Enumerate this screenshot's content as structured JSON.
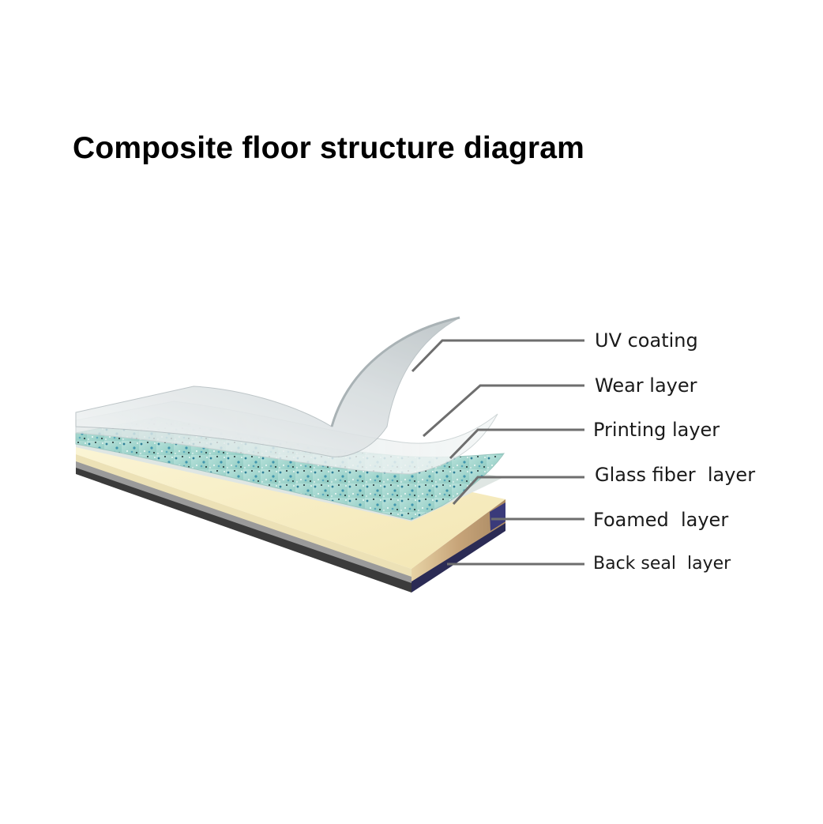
{
  "title": "Composite floor structure diagram",
  "layers": [
    {
      "id": "uv",
      "label": "UV coating"
    },
    {
      "id": "wear",
      "label": "Wear layer"
    },
    {
      "id": "printing",
      "label": "Printing layer"
    },
    {
      "id": "glass",
      "label": "Glass fiber  layer"
    },
    {
      "id": "foamed",
      "label": "Foamed  layer"
    },
    {
      "id": "backseal",
      "label": "Back seal  layer"
    }
  ],
  "colors": {
    "title": "#000000",
    "leader_line": "#6e6e6e",
    "uv_film": "#dfe4e6",
    "wear_film": "#e9eeee",
    "printing": "#9fd3c9",
    "foam": "#f7efc4",
    "foam_edge": "#c9a97a",
    "back_seal": "#2a2a5e",
    "base": "#3a3a3a"
  }
}
